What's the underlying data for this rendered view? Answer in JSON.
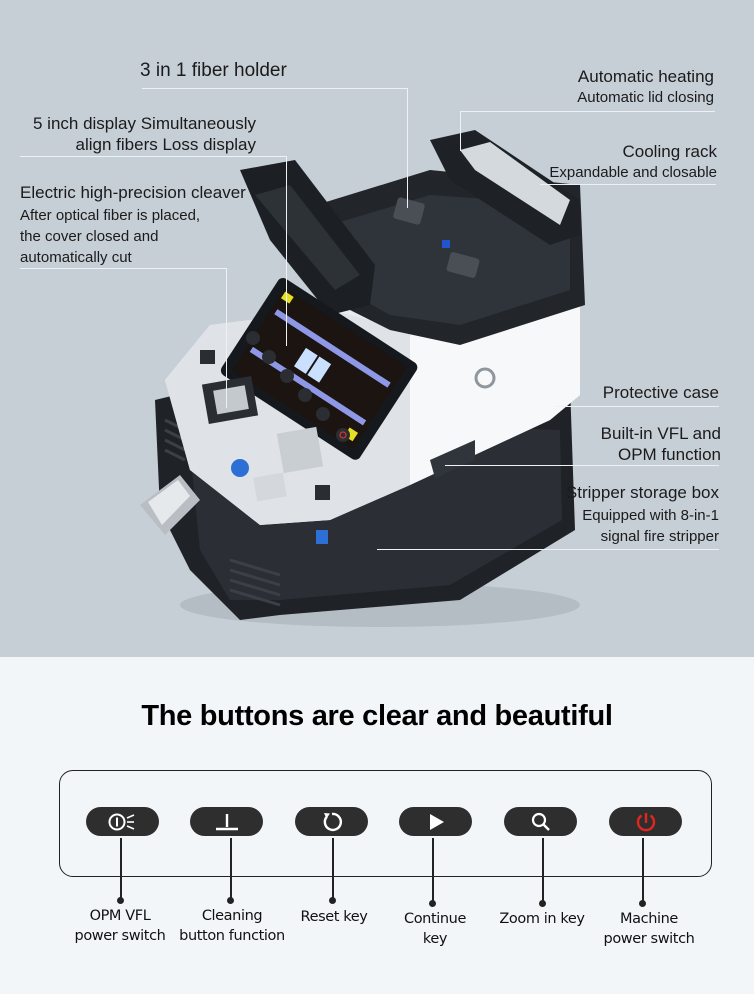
{
  "hero": {
    "background": "#c6ced6",
    "callouts": {
      "fiber_holder": {
        "title": "3 in 1 fiber holder"
      },
      "display": {
        "line1": "5 inch display Simultaneously",
        "line2": "align fibers Loss display"
      },
      "cleaver": {
        "title": "Electric high-precision cleaver",
        "lines": [
          "After optical fiber is placed,",
          "the cover closed and",
          "automatically cut"
        ]
      },
      "heating": {
        "title": "Automatic heating",
        "subtitle": "Automatic lid closing"
      },
      "cooling": {
        "title": "Cooling rack",
        "subtitle": "Expandable and closable"
      },
      "case": {
        "title": "Protective case"
      },
      "vfl": {
        "line1": "Built-in VFL and",
        "line2": "OPM function"
      },
      "stripper": {
        "title": "Stripper storage box",
        "lines": [
          "Equipped with 8-in-1",
          "signal fire stripper"
        ]
      }
    }
  },
  "buttons_section": {
    "title": "The buttons are clear and beautiful",
    "button_color": "#2e2e2e",
    "power_icon_color": "#e0261e",
    "buttons": [
      {
        "icon": "opm-vfl-power-icon",
        "caption_lines": [
          "OPM VFL",
          "power switch"
        ]
      },
      {
        "icon": "cleaning-icon",
        "caption_lines": [
          "Cleaning",
          "button function"
        ]
      },
      {
        "icon": "reset-icon",
        "caption_lines": [
          "Reset key"
        ]
      },
      {
        "icon": "play-icon",
        "caption_lines": [
          "Continue",
          "key"
        ]
      },
      {
        "icon": "zoom-in-icon",
        "caption_lines": [
          "Zoom in key"
        ]
      },
      {
        "icon": "power-icon",
        "caption_lines": [
          "Machine",
          "power switch"
        ]
      }
    ]
  }
}
